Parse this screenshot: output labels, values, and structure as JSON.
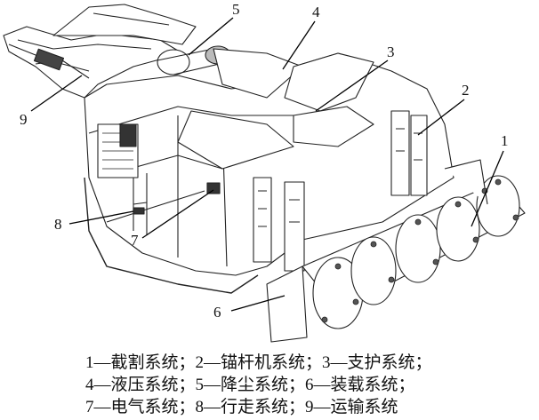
{
  "figure": {
    "callouts": [
      {
        "number": "1"
      },
      {
        "number": "2"
      },
      {
        "number": "3"
      },
      {
        "number": "4"
      },
      {
        "number": "5"
      },
      {
        "number": "6"
      },
      {
        "number": "7"
      },
      {
        "number": "8"
      },
      {
        "number": "9"
      }
    ]
  },
  "caption": {
    "lines": [
      "1—截割系统；2—锚杆机系统；3—支护系统；",
      "4—液压系统；5—降尘系统；6—装载系统；",
      "7—电气系统；8—行走系统；9—运输系统"
    ]
  }
}
